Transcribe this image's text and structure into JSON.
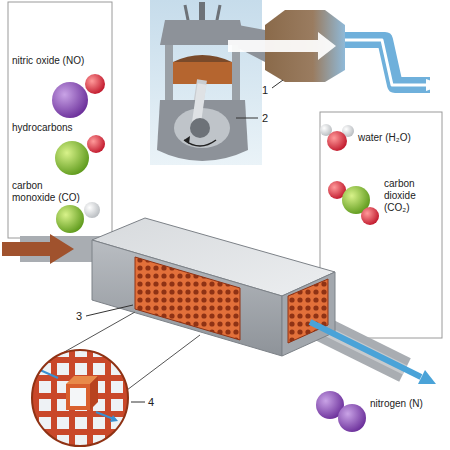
{
  "diagram": {
    "nodes": [
      {
        "text": [
          "nitric oxide (NO)",
          "hydrocarbons",
          "carbon monoxide (CO)"
        ]
      },
      {
        "text": [
          "water (H₂O)",
          "carbon dioxide (CO₂)"
        ]
      }
    ],
    "labels": [
      "1",
      "2",
      "3",
      "4",
      "nitrogen (N)"
    ]
  }
}
